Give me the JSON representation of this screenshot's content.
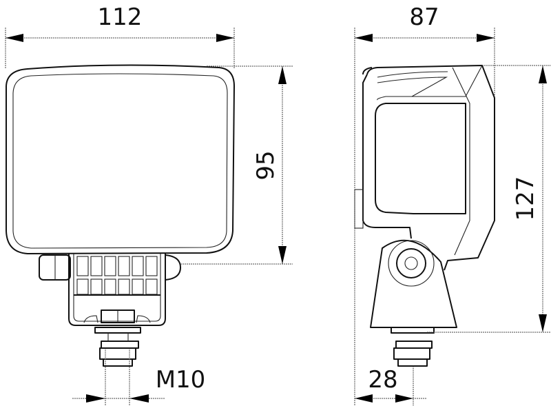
{
  "dimensions": {
    "width_front": "112",
    "height_front": "95",
    "thread": "M10",
    "depth_side": "87",
    "height_total": "127",
    "mount_offset": "28"
  }
}
